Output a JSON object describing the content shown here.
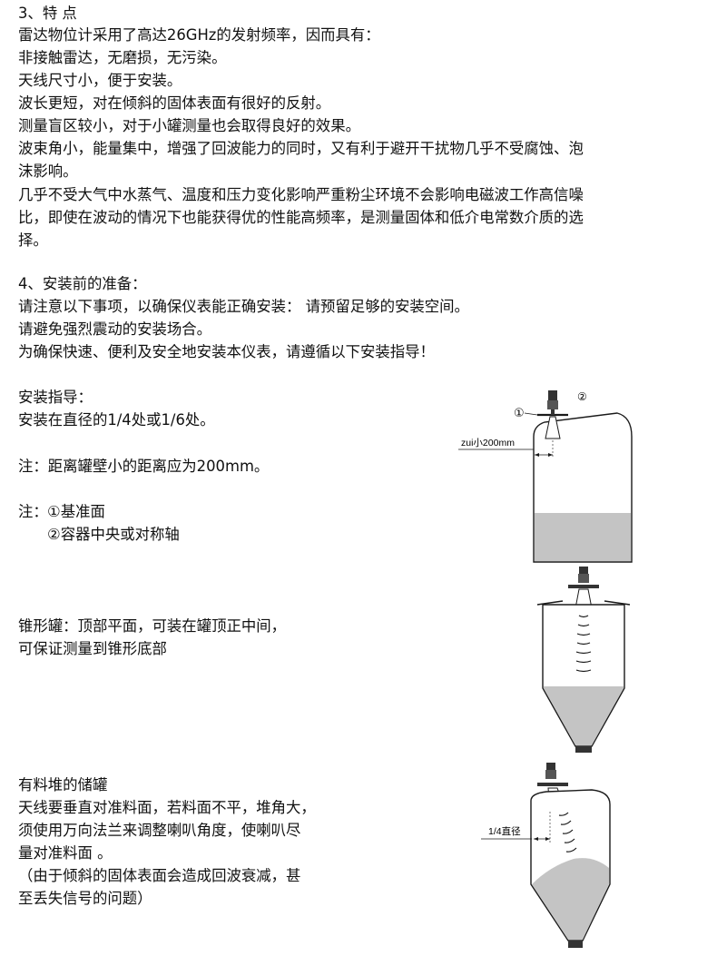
{
  "features": {
    "heading": "3、特 点",
    "lines": [
      "雷达物位计采用了高达26GHz的发射频率，因而具有：",
      "非接触雷达，无磨损，无污染。",
      "天线尺寸小，便于安装。",
      "波长更短，对在倾斜的固体表面有很好的反射。",
      "测量盲区较小，对于小罐测量也会取得良好的效果。",
      "波束角小，能量集中，增强了回波能力的同时，又有利于避开干扰物几乎不受腐蚀、泡",
      "沫影响。",
      "几乎不受大气中水蒸气、温度和压力变化影响严重粉尘环境不会影响电磁波工作高信噪",
      "比，即使在波动的情况下也能获得优的性能高频率，是测量固体和低介电常数介质的选",
      "择。"
    ]
  },
  "preparation": {
    "heading": "4、安装前的准备：",
    "lines": [
      "请注意以下事项，以确保仪表能正确安装： 请预留足够的安装空间。",
      "请避免强烈震动的安装场合。",
      "为确保快速、便利及安全地安装本仪表，请遵循以下安装指导！"
    ]
  },
  "guide": {
    "heading": "安装指导：",
    "position": "安装在直径的1/4处或1/6处。",
    "note_distance": "注：距离罐壁小的距离应为200mm。",
    "note_label": "注：",
    "note_item1": "①基准面",
    "note_item2": "②容器中央或对称轴"
  },
  "figure1": {
    "marker1": "①",
    "marker2": "②",
    "distance_label": "zui小200mm"
  },
  "cone_tank": {
    "line1": "锥形罐：顶部平面，可装在罐顶正中间，",
    "line2": "可保证测量到锥形底部"
  },
  "pile_tank": {
    "heading": "有料堆的储罐",
    "lines": [
      "天线要垂直对准料面，若料面不平，堆角大，",
      "须使用万向法兰来调整喇叭角度，使喇叭尽",
      "量对准料面 。",
      "（由于倾斜的固体表面会造成回波衰减，甚",
      "至丢失信号的问题）"
    ]
  },
  "figure3": {
    "quarter_label": "1/4直径"
  },
  "colors": {
    "text": "#111111",
    "fill": "#c4c4c4",
    "outline": "#1a1a1a"
  }
}
